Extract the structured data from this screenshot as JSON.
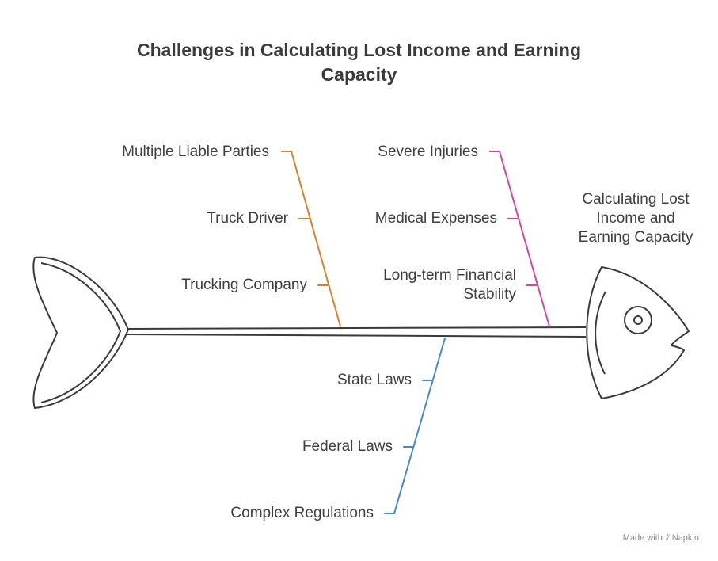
{
  "title": {
    "line1": "Challenges in Calculating Lost Income and Earning",
    "line2": "Capacity"
  },
  "head": {
    "line1": "Calculating Lost",
    "line2": "Income and",
    "line3": "Earning Capacity"
  },
  "branches": {
    "liability": {
      "color": "#d9822b",
      "items": [
        "Multiple Liable Parties",
        "Truck Driver",
        "Trucking Company"
      ]
    },
    "injury": {
      "color": "#d645a3",
      "items": [
        "Severe Injuries",
        "Medical Expenses"
      ],
      "multiline_item": {
        "line1": "Long-term Financial",
        "line2": "Stability"
      }
    },
    "regulation": {
      "color": "#4a86d8",
      "items": [
        "State Laws",
        "Federal Laws",
        "Complex Regulations"
      ]
    }
  },
  "watermark": {
    "prefix": "Made with",
    "brand": "Napkin"
  }
}
